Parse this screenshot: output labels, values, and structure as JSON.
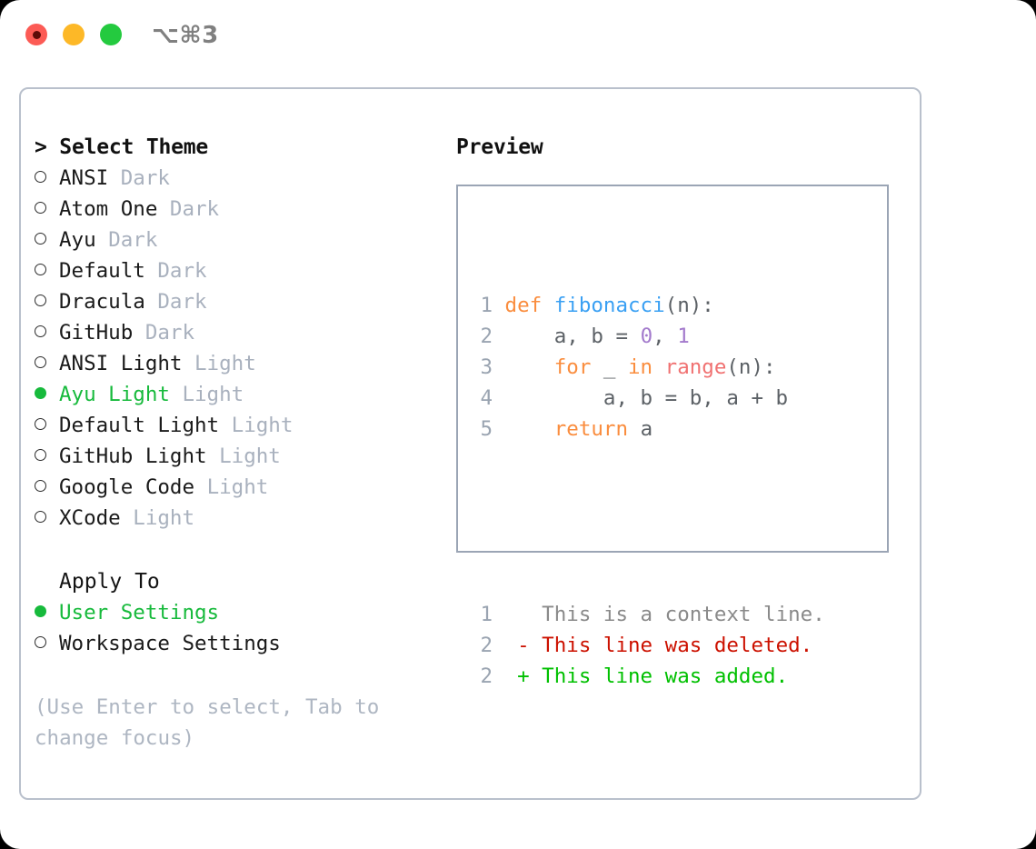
{
  "window": {
    "shortcut": "⌥⌘3",
    "traffic_lights": [
      {
        "name": "close",
        "color": "#fc5b55"
      },
      {
        "name": "minimize",
        "color": "#fdb827"
      },
      {
        "name": "zoom",
        "color": "#24ca3f"
      }
    ]
  },
  "left": {
    "select_theme_prompt": "> Select Theme",
    "themes": [
      {
        "marker": "empty",
        "name": "ANSI",
        "variant": "Dark",
        "selected": false
      },
      {
        "marker": "empty",
        "name": "Atom One",
        "variant": "Dark",
        "selected": false
      },
      {
        "marker": "empty",
        "name": "Ayu",
        "variant": "Dark",
        "selected": false
      },
      {
        "marker": "empty",
        "name": "Default",
        "variant": "Dark",
        "selected": false
      },
      {
        "marker": "empty",
        "name": "Dracula",
        "variant": "Dark",
        "selected": false
      },
      {
        "marker": "empty",
        "name": "GitHub",
        "variant": "Dark",
        "selected": false
      },
      {
        "marker": "empty",
        "name": "ANSI Light",
        "variant": "Light",
        "selected": false
      },
      {
        "marker": "filled",
        "name": "Ayu Light",
        "variant": "Light",
        "selected": true
      },
      {
        "marker": "empty",
        "name": "Default Light",
        "variant": "Light",
        "selected": false
      },
      {
        "marker": "empty",
        "name": "GitHub Light",
        "variant": "Light",
        "selected": false
      },
      {
        "marker": "empty",
        "name": "Google Code",
        "variant": "Light",
        "selected": false
      },
      {
        "marker": "empty",
        "name": "XCode",
        "variant": "Light",
        "selected": false
      }
    ],
    "apply_to_title": "Apply To",
    "apply_to": [
      {
        "marker": "filled",
        "name": "User Settings",
        "selected": true
      },
      {
        "marker": "empty",
        "name": "Workspace Settings",
        "selected": false
      }
    ],
    "hint": "(Use Enter to select, Tab to change focus)"
  },
  "right": {
    "preview_label": "Preview",
    "code_lines": [
      {
        "num": "1",
        "tokens": [
          {
            "t": "def",
            "c": "kw"
          },
          {
            "t": " ",
            "c": "punc"
          },
          {
            "t": "fibonacci",
            "c": "fn"
          },
          {
            "t": "(n):",
            "c": "punc"
          }
        ]
      },
      {
        "num": "2",
        "tokens": [
          {
            "t": "    a, b = ",
            "c": "var"
          },
          {
            "t": "0",
            "c": "num"
          },
          {
            "t": ", ",
            "c": "punc"
          },
          {
            "t": "1",
            "c": "num"
          }
        ]
      },
      {
        "num": "3",
        "tokens": [
          {
            "t": "    ",
            "c": "punc"
          },
          {
            "t": "for",
            "c": "kw"
          },
          {
            "t": " _ ",
            "c": "var"
          },
          {
            "t": "in",
            "c": "kw"
          },
          {
            "t": " ",
            "c": "punc"
          },
          {
            "t": "range",
            "c": "builtin"
          },
          {
            "t": "(n):",
            "c": "punc"
          }
        ]
      },
      {
        "num": "4",
        "tokens": [
          {
            "t": "        a, b = b, a + b",
            "c": "var"
          }
        ]
      },
      {
        "num": "5",
        "tokens": [
          {
            "t": "    ",
            "c": "punc"
          },
          {
            "t": "return",
            "c": "kw"
          },
          {
            "t": " ",
            "c": "punc"
          },
          {
            "t": "a",
            "c": "var"
          }
        ]
      }
    ],
    "diff_lines": [
      {
        "num": "1",
        "sign": " ",
        "text": " This is a context line.",
        "kind": "context"
      },
      {
        "num": "2",
        "sign": "-",
        "text": " This line was deleted.",
        "kind": "del"
      },
      {
        "num": "2",
        "sign": "+",
        "text": " This line was added.",
        "kind": "add"
      }
    ]
  },
  "colors": {
    "selected_green": "#17ba3c",
    "muted_gray": "#a9b1be",
    "keyword_orange": "#fa8d3e",
    "function_blue": "#3aa0f3",
    "number_purple": "#a37acc",
    "builtin_salmon": "#f07171",
    "diff_deleted": "#cc1100",
    "diff_added": "#00c000",
    "panel_border": "#b9c0cc",
    "code_border": "#9ba5b5"
  }
}
